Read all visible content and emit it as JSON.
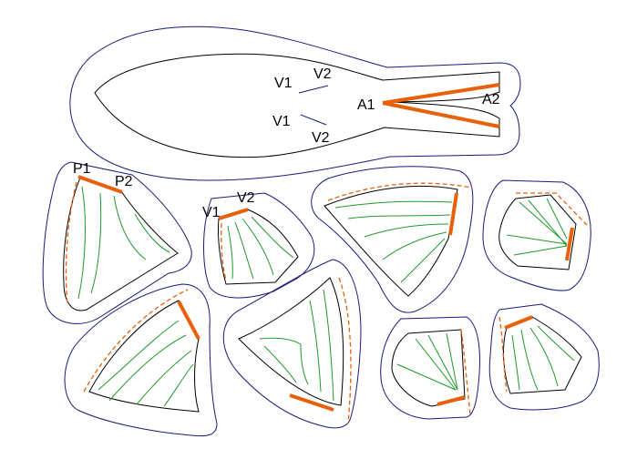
{
  "labels": {
    "v1_top": "V1",
    "v2_top": "V2",
    "v1_bottom": "V1",
    "v2_bottom": "V2",
    "a1": "A1",
    "a2": "A2",
    "p1": "P1",
    "p2": "P2",
    "v1_piece": "V1",
    "v2_piece": "V2"
  },
  "colors": {
    "outer_outline": "#1a1a7a",
    "cut_line": "#000000",
    "vein_line": "#1f9a2a",
    "seam_line": "#e8600a"
  }
}
